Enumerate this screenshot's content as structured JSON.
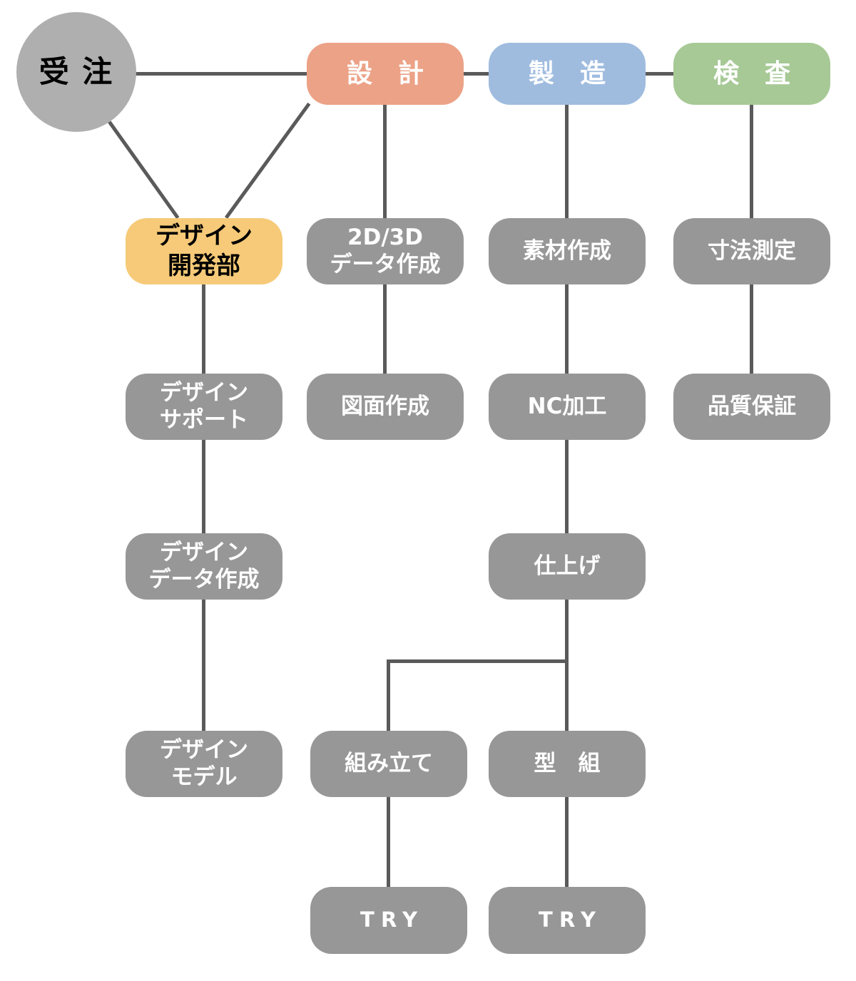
{
  "diagram": {
    "type": "flowchart",
    "description": "Manufacturing process flow from order to inspection",
    "nodes": {
      "juchu": {
        "label": "受 注"
      },
      "sekkei": {
        "label": "設　計"
      },
      "seizo": {
        "label": "製　造"
      },
      "kensa": {
        "label": "検　査"
      },
      "design_dept": {
        "label": "デザイン\n開発部"
      },
      "data_2d3d": {
        "label": "2D/3D\nデータ作成"
      },
      "sozai": {
        "label": "素材作成"
      },
      "sunpo": {
        "label": "寸法測定"
      },
      "design_support": {
        "label": "デザイン\nサポート"
      },
      "zumen": {
        "label": "図面作成"
      },
      "nc_kako": {
        "label": "NC加工"
      },
      "hinshitsu": {
        "label": "品質保証"
      },
      "design_data": {
        "label": "デザイン\nデータ作成"
      },
      "shiage": {
        "label": "仕上げ"
      },
      "design_model": {
        "label": "デザイン\nモデル"
      },
      "kumitate": {
        "label": "組み立て"
      },
      "katagumi": {
        "label": "型　組"
      },
      "try_assembly": {
        "label": "TRY"
      },
      "try_mold": {
        "label": "TRY"
      }
    },
    "edges": [
      "受注-設計",
      "設計-製造",
      "製造-検査",
      "受注-デザイン開発部",
      "設計-デザイン開発部",
      "設計-図面作成(経由:2D/3Dデータ作成)",
      "製造-素材作成-NC加工-仕上げ",
      "検査-寸法測定-品質保証",
      "デザイン開発部-デザインサポート-デザインデータ作成-デザインモデル",
      "仕上げ-組み立て",
      "仕上げ-型組",
      "組み立て-TRY",
      "型組-TRY"
    ],
    "colors": {
      "header_design": "#ECA287",
      "header_manufacture": "#9FBCDF",
      "header_inspect": "#A7C996",
      "design_dept": "#F6CA78",
      "process": "#979797",
      "start_circle": "#AFAFAF",
      "connector": "#5A5A5A",
      "text_light": "#FFFFFF",
      "text_dark": "#000000"
    }
  }
}
